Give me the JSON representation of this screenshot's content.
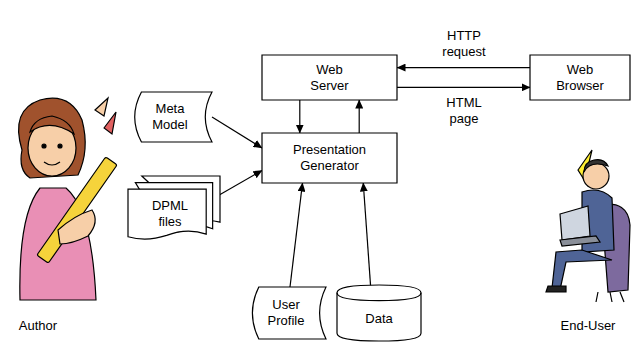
{
  "diagram": {
    "nodes": [
      {
        "text": [
          "Web Server"
        ]
      },
      {
        "text": [
          "Web Browser"
        ]
      },
      {
        "text": [
          "Meta Model"
        ]
      },
      {
        "text": [
          "Presentation Generator"
        ]
      },
      {
        "text": [
          "DPML files"
        ]
      },
      {
        "text": [
          "User Profile"
        ]
      },
      {
        "text": [
          "Data"
        ]
      }
    ],
    "edges": [
      {
        "from": 1,
        "to": 0,
        "label": "HTTP request",
        "arrow": "to"
      },
      {
        "from": 0,
        "to": 1,
        "label": "HTML page",
        "arrow": "to"
      },
      {
        "from": 0,
        "to": 3,
        "arrow": "to"
      },
      {
        "from": 3,
        "to": 0,
        "arrow": "to"
      },
      {
        "from": 2,
        "to": 3,
        "arrow": "to"
      },
      {
        "from": 4,
        "to": 3,
        "arrow": "to"
      },
      {
        "from": 5,
        "to": 3,
        "arrow": "to"
      },
      {
        "from": 6,
        "to": 3,
        "arrow": "to"
      }
    ],
    "labels": [
      "Author",
      "End-User"
    ]
  }
}
